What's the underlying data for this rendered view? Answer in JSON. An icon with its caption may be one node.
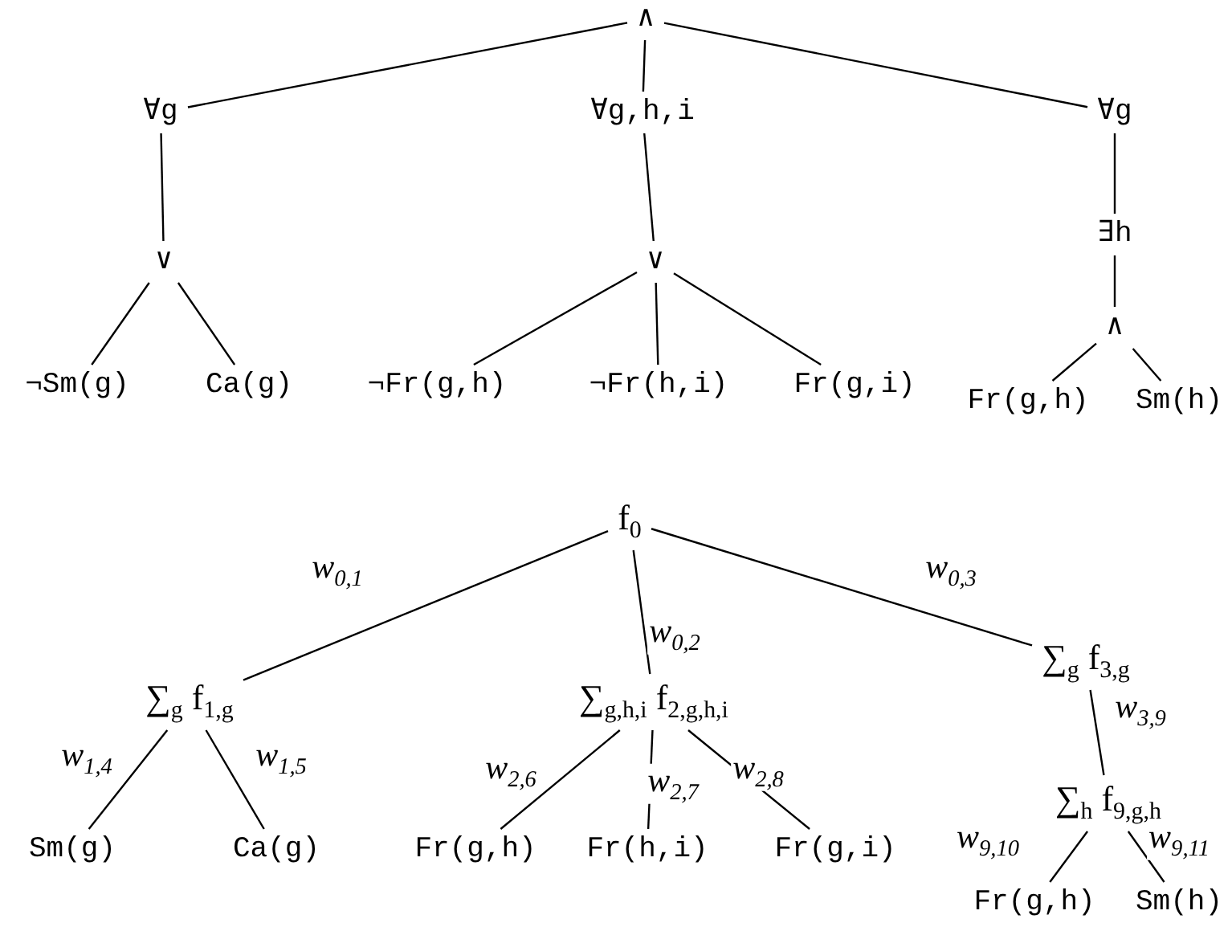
{
  "diagram": {
    "nodes": [
      {
        "text": [
          "∧"
        ]
      },
      {
        "text": [
          "∀g"
        ]
      },
      {
        "text": [
          "∀g,h,i"
        ]
      },
      {
        "text": [
          "∀g"
        ]
      },
      {
        "text": [
          "∨"
        ]
      },
      {
        "text": [
          "∨"
        ]
      },
      {
        "text": [
          "∃h"
        ]
      },
      {
        "text": [
          "∧"
        ]
      },
      {
        "text": [
          "¬Sm(g)"
        ]
      },
      {
        "text": [
          "Ca(g)"
        ]
      },
      {
        "text": [
          "¬Fr(g,h)"
        ]
      },
      {
        "text": [
          "¬Fr(h,i)"
        ]
      },
      {
        "text": [
          "Fr(g,i)"
        ]
      },
      {
        "text": [
          "Fr(g,h)"
        ]
      },
      {
        "text": [
          "Sm(h)"
        ]
      },
      {
        "text": [
          "f$_{0}$"
        ]
      },
      {
        "text": [
          "∑$_{g}$ f$_{1,g}$"
        ]
      },
      {
        "text": [
          "∑$_{g,h,i}$ f$_{2,g,h,i}$"
        ]
      },
      {
        "text": [
          "∑$_{g}$ f$_{3,g}$"
        ]
      },
      {
        "text": [
          "∑$_{h}$ f$_{9,g,h}$"
        ]
      },
      {
        "text": [
          "Sm(g)"
        ]
      },
      {
        "text": [
          "Ca(g)"
        ]
      },
      {
        "text": [
          "Fr(g,h)"
        ]
      },
      {
        "text": [
          "Fr(h,i)"
        ]
      },
      {
        "text": [
          "Fr(g,i)"
        ]
      },
      {
        "text": [
          "Fr(g,h)"
        ]
      },
      {
        "text": [
          "Sm(h)"
        ]
      }
    ],
    "edges": [
      {
        "from": 0,
        "to": 1,
        "arrow": "none"
      },
      {
        "from": 0,
        "to": 2,
        "arrow": "none"
      },
      {
        "from": 0,
        "to": 3,
        "arrow": "none"
      },
      {
        "from": 1,
        "to": 4,
        "arrow": "none"
      },
      {
        "from": 2,
        "to": 5,
        "arrow": "none"
      },
      {
        "from": 3,
        "to": 6,
        "arrow": "none"
      },
      {
        "from": 6,
        "to": 7,
        "arrow": "none"
      },
      {
        "from": 4,
        "to": 8,
        "arrow": "none"
      },
      {
        "from": 4,
        "to": 9,
        "arrow": "none"
      },
      {
        "from": 5,
        "to": 10,
        "arrow": "none"
      },
      {
        "from": 5,
        "to": 11,
        "arrow": "none"
      },
      {
        "from": 5,
        "to": 12,
        "arrow": "none"
      },
      {
        "from": 7,
        "to": 13,
        "arrow": "none"
      },
      {
        "from": 7,
        "to": 14,
        "arrow": "none"
      },
      {
        "from": 15,
        "to": 16,
        "arrow": "none",
        "label": "w$_{0,1}$"
      },
      {
        "from": 15,
        "to": 17,
        "arrow": "none",
        "label": "w$_{0,2}$"
      },
      {
        "from": 15,
        "to": 18,
        "arrow": "none",
        "label": "w$_{0,3}$"
      },
      {
        "from": 16,
        "to": 20,
        "arrow": "none",
        "label": "w$_{1,4}$"
      },
      {
        "from": 16,
        "to": 21,
        "arrow": "none",
        "label": "w$_{1,5}$"
      },
      {
        "from": 17,
        "to": 22,
        "arrow": "none",
        "label": "w$_{2,6}$"
      },
      {
        "from": 17,
        "to": 23,
        "arrow": "none",
        "label": "w$_{2,7}$"
      },
      {
        "from": 17,
        "to": 24,
        "arrow": "none",
        "label": "w$_{2,8}$"
      },
      {
        "from": 18,
        "to": 19,
        "arrow": "none",
        "label": "w$_{3,9}$"
      },
      {
        "from": 19,
        "to": 25,
        "arrow": "none",
        "label": "w$_{9,10}$"
      },
      {
        "from": 19,
        "to": 26,
        "arrow": "none",
        "label": "w$_{9,11}$"
      }
    ]
  }
}
